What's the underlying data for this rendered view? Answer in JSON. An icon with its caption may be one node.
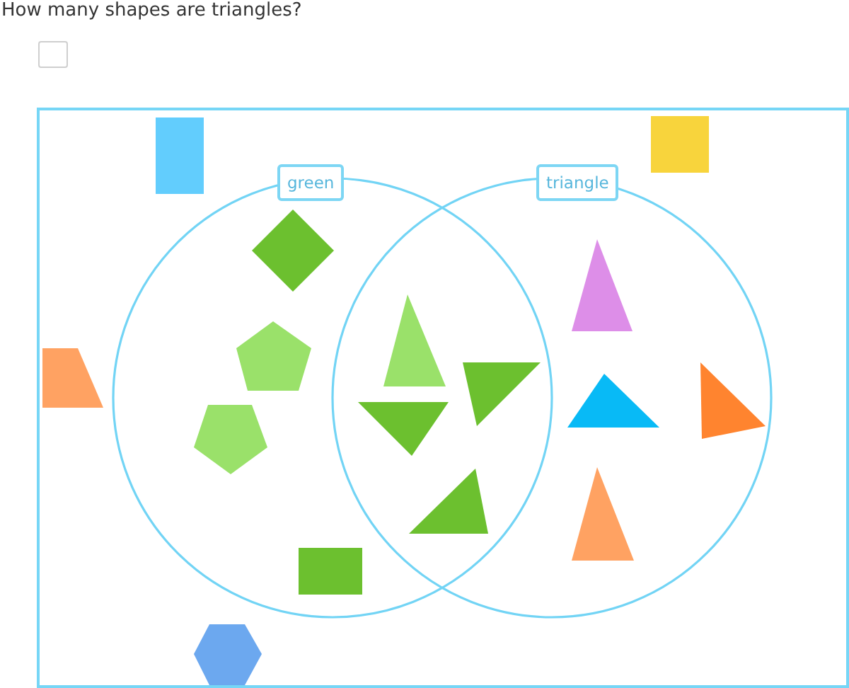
{
  "diagram": {
    "title": "How many shapes are triangles?",
    "nodes": [
      {
        "text": [
          "green"
        ]
      },
      {
        "text": [
          "triangle"
        ]
      }
    ]
  }
}
